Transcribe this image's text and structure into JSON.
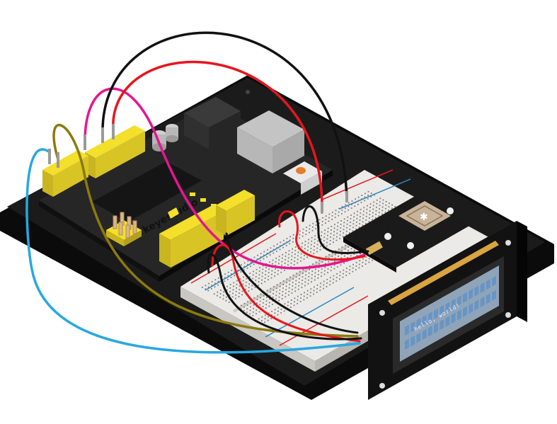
{
  "brand_label": "keyestudio",
  "lcd": {
    "line1": "hello, world!",
    "line2": ""
  },
  "colors": {
    "base_top": "#1b1b1b",
    "base_edge": "#0b0b0b",
    "uno_board": "#262626",
    "header_yellow": "#f4df2a",
    "breadboard": "#eceae6",
    "breadboard_shadow": "#c9c7c2",
    "rail_red": "#e01b24",
    "rail_blue": "#2c86c8",
    "lcd_frame": "#121212",
    "lcd_screen": "#8fa4b9",
    "lcd_pixel": "#5b90c7",
    "sensor_board": "#1a1a1a",
    "sensor_pad": "#c9b49a",
    "wire_red": "#e5161e",
    "wire_black": "#111111",
    "wire_magenta": "#e5168f",
    "wire_olive": "#8c7a0b",
    "wire_cyan": "#27a8e0",
    "button_orange": "#e87c2a",
    "usb_port": "#c4c4c4"
  },
  "parts": {
    "wires": [
      "wire-red",
      "wire-black",
      "wire-magenta",
      "wire-olive",
      "wire-cyan"
    ]
  }
}
